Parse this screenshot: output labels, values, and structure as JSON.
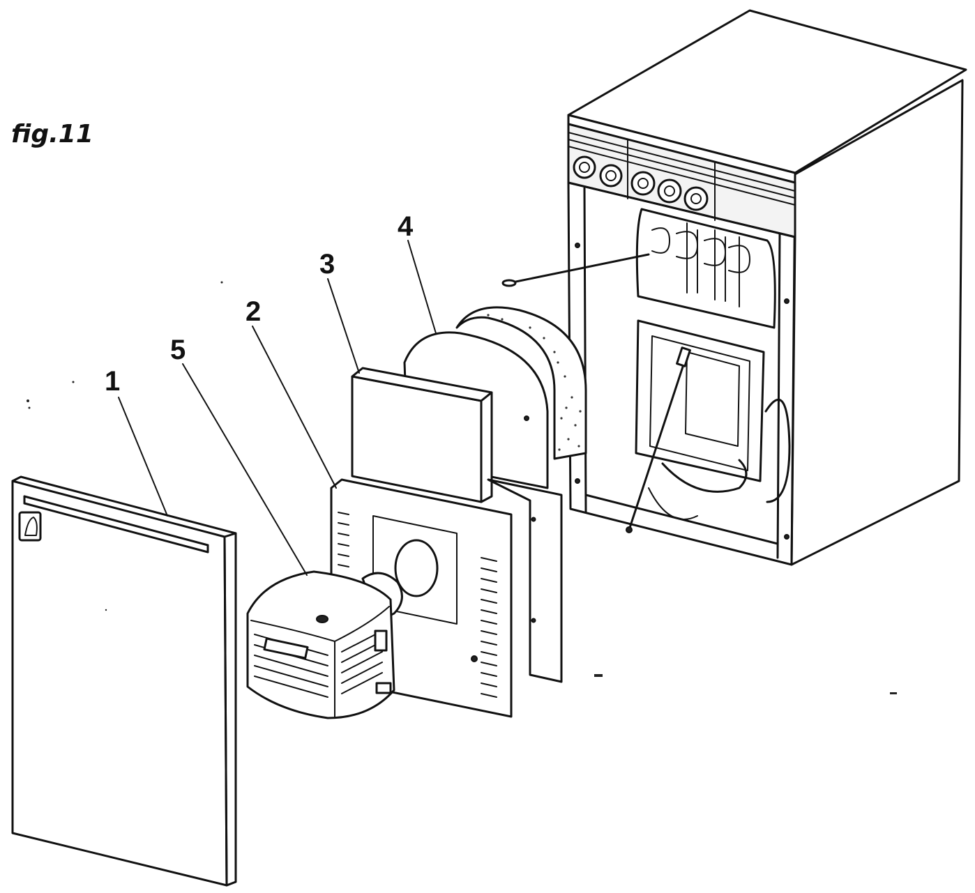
{
  "figure": {
    "label": "fig.11"
  },
  "callouts": [
    {
      "id": "1",
      "text": "1"
    },
    {
      "id": "2",
      "text": "2"
    },
    {
      "id": "3",
      "text": "3"
    },
    {
      "id": "4",
      "text": "4"
    },
    {
      "id": "5",
      "text": "5"
    }
  ],
  "parts": [
    {
      "callout": "1",
      "icon": "front-door-panel-icon"
    },
    {
      "callout": "2",
      "icon": "burner-mounting-plate-icon"
    },
    {
      "callout": "3",
      "icon": "baffle-plate-icon"
    },
    {
      "callout": "4",
      "icon": "insulation-disc-icon"
    },
    {
      "callout": "5",
      "icon": "burner-unit-icon"
    }
  ],
  "colors": {
    "ink": "#111111",
    "paper": "#ffffff"
  }
}
